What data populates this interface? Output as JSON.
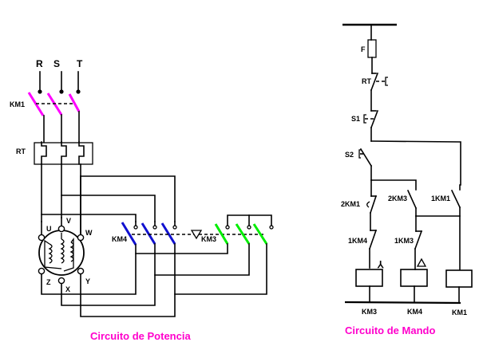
{
  "colors": {
    "km1_contacts": "#ff00ff",
    "km4_contacts": "#1010d0",
    "km3_contacts": "#00ee00",
    "titles": "#ff00cc",
    "wire": "#000000"
  },
  "power_circuit": {
    "title": "Circuito de Potencia",
    "phases": [
      "R",
      "S",
      "T"
    ],
    "main_contactor": "KM1",
    "thermal_relay": "RT",
    "motor_terminals": {
      "top": [
        "U",
        "V",
        "W"
      ],
      "bottom": [
        "Z",
        "X",
        "Y"
      ]
    },
    "delta_contactor": "KM4",
    "star_contactor": "KM3",
    "interlock_symbol": "▽"
  },
  "control_circuit": {
    "title": "Circuito de Mando",
    "fuse": "F",
    "thermal_contact": "RT",
    "stop_button": "S1",
    "start_button": "S2",
    "contacts": {
      "km1_timed": "2KM1",
      "km3_aux_no": "2KM3",
      "km1_aux_no": "1KM1",
      "km4_aux_nc": "1KM4",
      "km3_aux_nc": "1KM3"
    },
    "coil_symbols": [
      "⅄",
      "△"
    ],
    "coils": [
      "KM3",
      "KM4",
      "KM1"
    ]
  }
}
